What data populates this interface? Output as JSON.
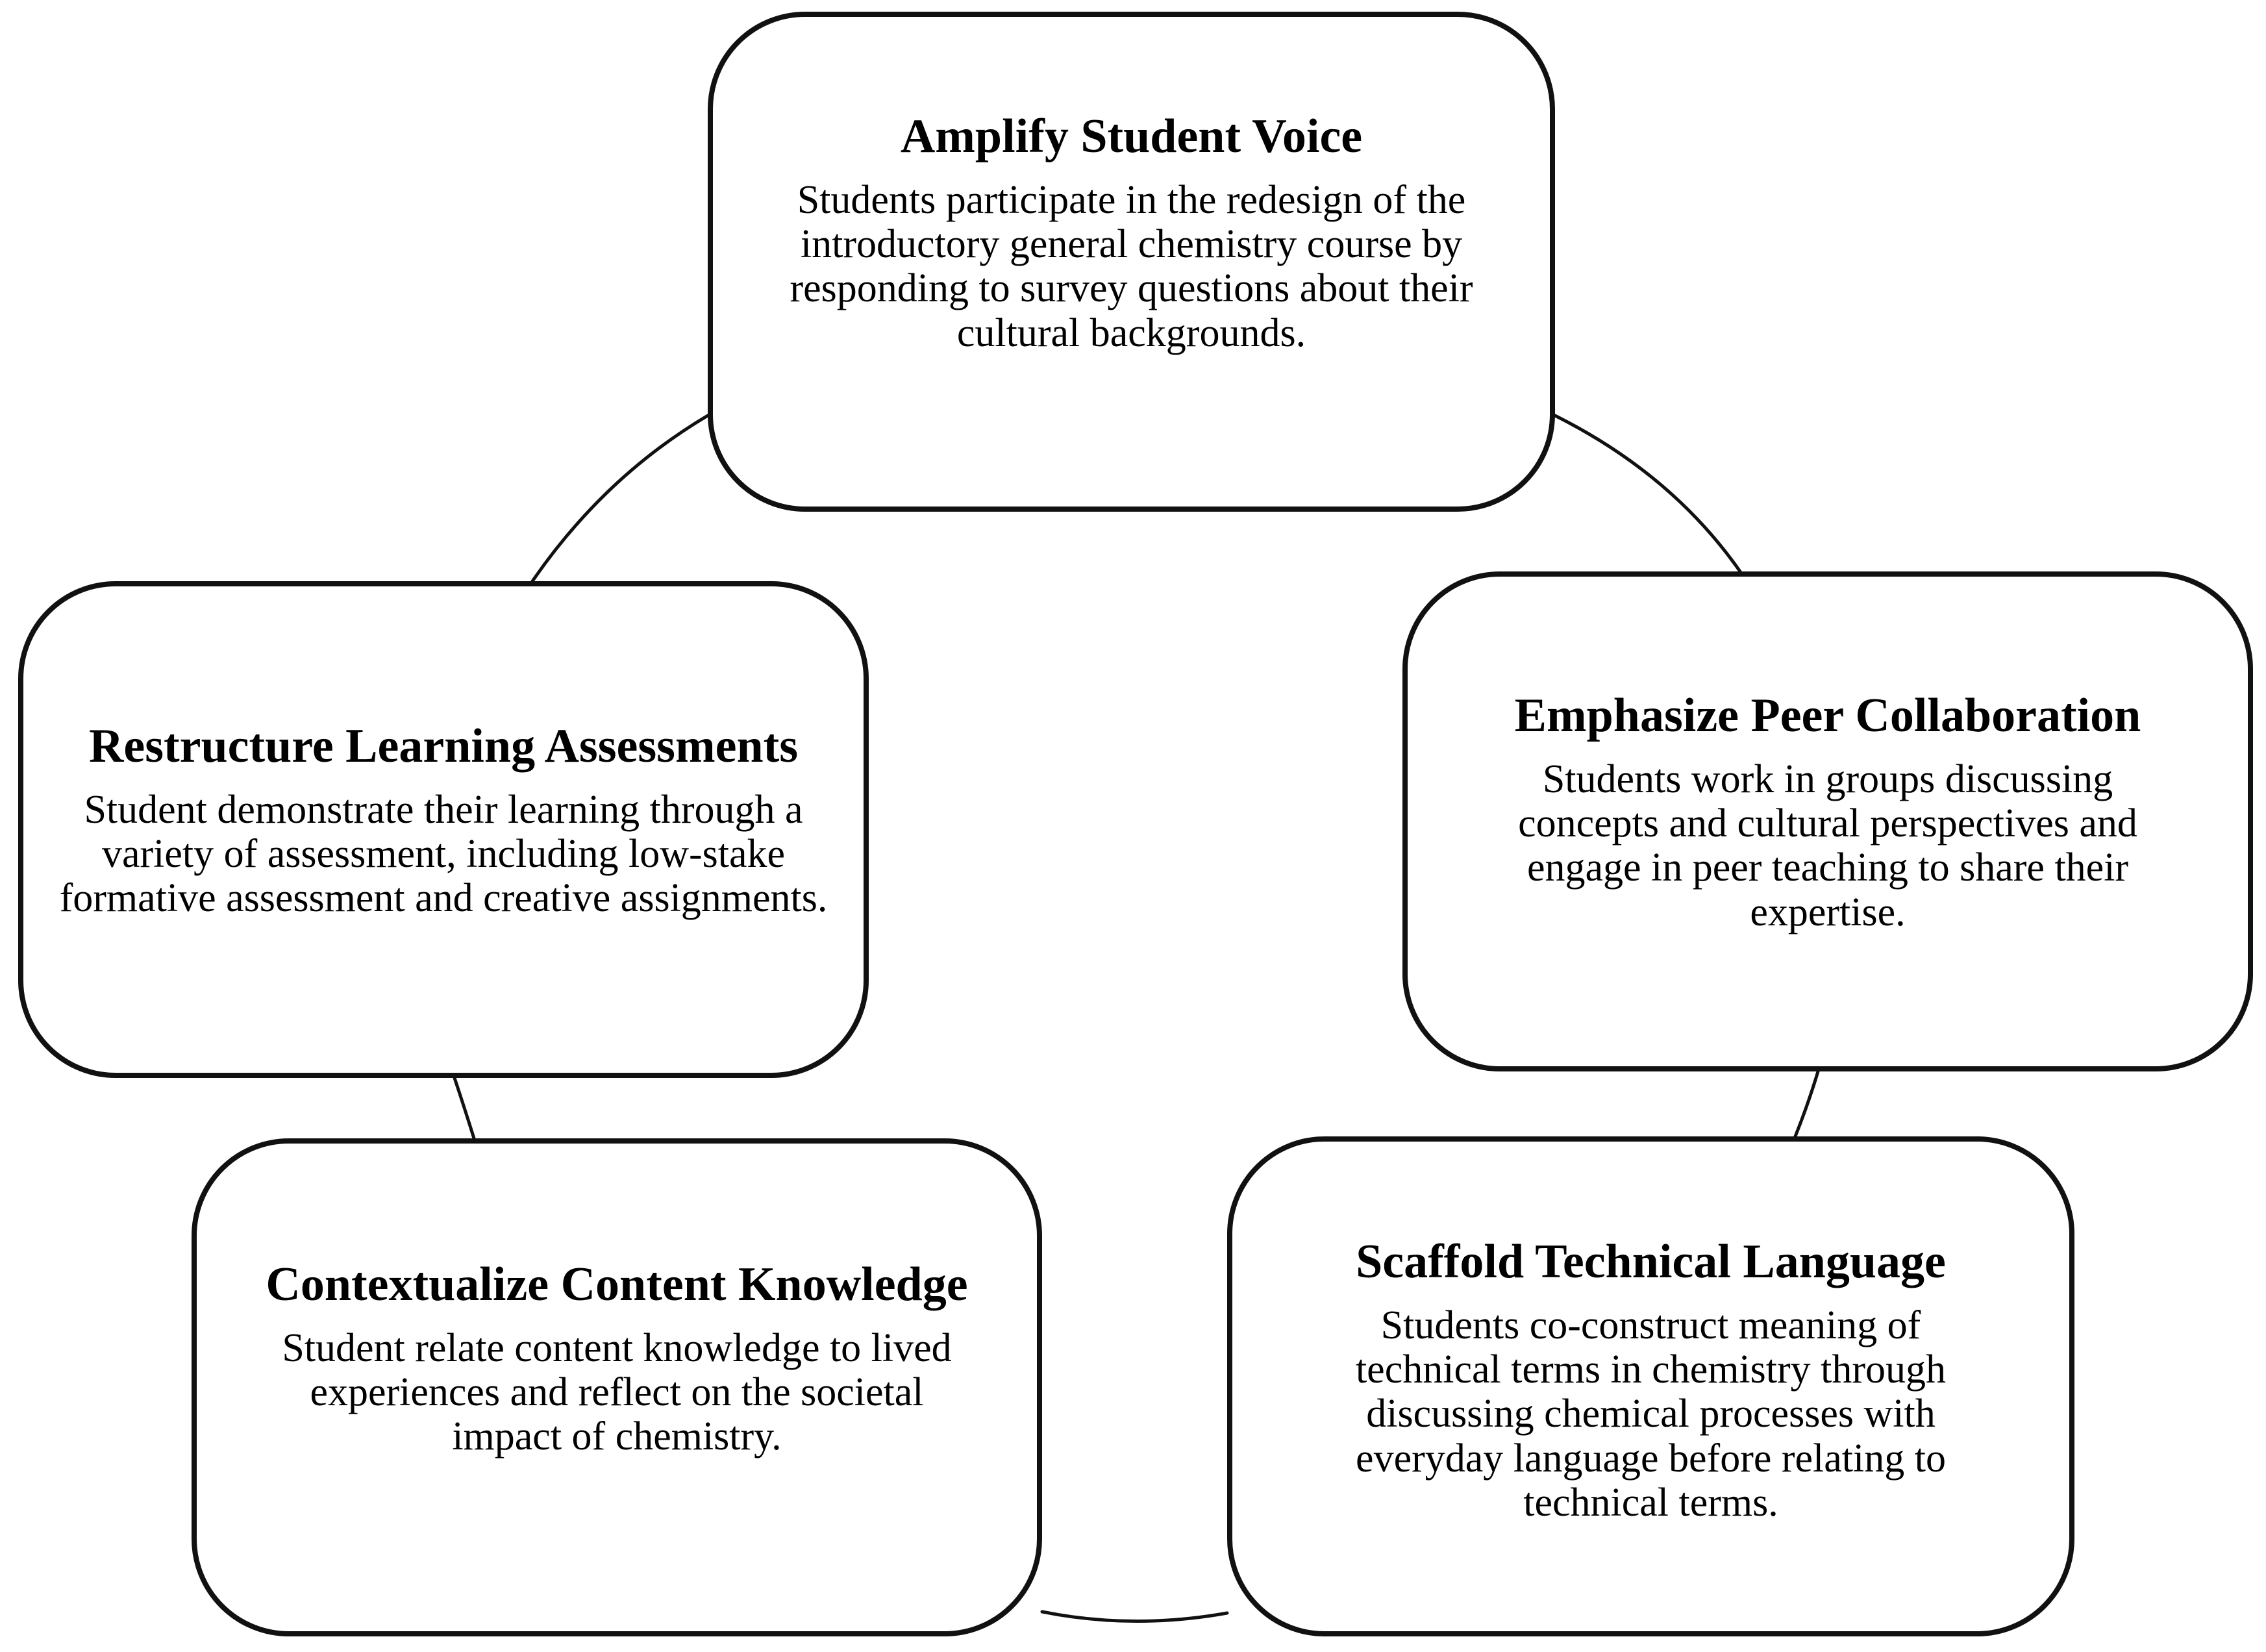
{
  "diagram": {
    "nodes": [
      {
        "key": "voice",
        "title": "Amplify Student Voice",
        "text": "Students participate in the redesign of the introductory general chemistry course by responding to survey questions about their cultural backgrounds."
      },
      {
        "key": "peer",
        "title": "Emphasize Peer Collaboration",
        "text": "Students work in groups discussing concepts and cultural perspectives and engage in peer teaching to share their expertise."
      },
      {
        "key": "scaffold",
        "title": "Scaffold Technical Language",
        "text": "Students co-construct meaning of technical terms in chemistry through discussing chemical processes with everyday language before relating to technical terms."
      },
      {
        "key": "context",
        "title": "Contextualize Content Knowledge",
        "text": "Student relate content knowledge to lived experiences and reflect on the societal impact of chemistry."
      },
      {
        "key": "assess",
        "title": "Restructure Learning Assessments",
        "text": "Student demonstrate their learning through a variety of assessment, including low-stake formative assessment and creative assignments."
      }
    ],
    "connections": [
      {
        "from": "voice",
        "to": "peer"
      },
      {
        "from": "peer",
        "to": "scaffold"
      },
      {
        "from": "scaffold",
        "to": "context"
      },
      {
        "from": "context",
        "to": "assess"
      },
      {
        "from": "assess",
        "to": "voice"
      }
    ]
  }
}
